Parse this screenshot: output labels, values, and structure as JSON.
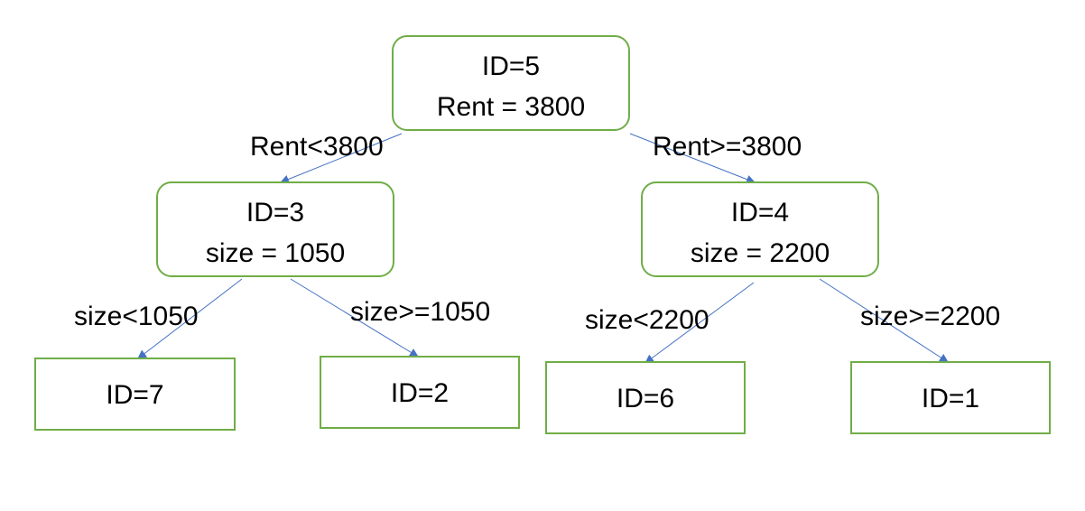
{
  "colors": {
    "node_border": "#70ad47",
    "edge": "#4472c4",
    "text": "#000000",
    "background": "#ffffff"
  },
  "nodes": {
    "n5": {
      "id": "ID=5",
      "cond": "Rent = 3800"
    },
    "n3": {
      "id": "ID=3",
      "cond": "size = 1050"
    },
    "n4": {
      "id": "ID=4",
      "cond": "size = 2200"
    },
    "n7": {
      "id": "ID=7"
    },
    "n2": {
      "id": "ID=2"
    },
    "n6": {
      "id": "ID=6"
    },
    "n1": {
      "id": "ID=1"
    }
  },
  "edges": {
    "e53": "Rent<3800",
    "e54": "Rent>=3800",
    "e37": "size<1050",
    "e32": "size>=1050",
    "e46": "size<2200",
    "e41": "size>=2200"
  }
}
